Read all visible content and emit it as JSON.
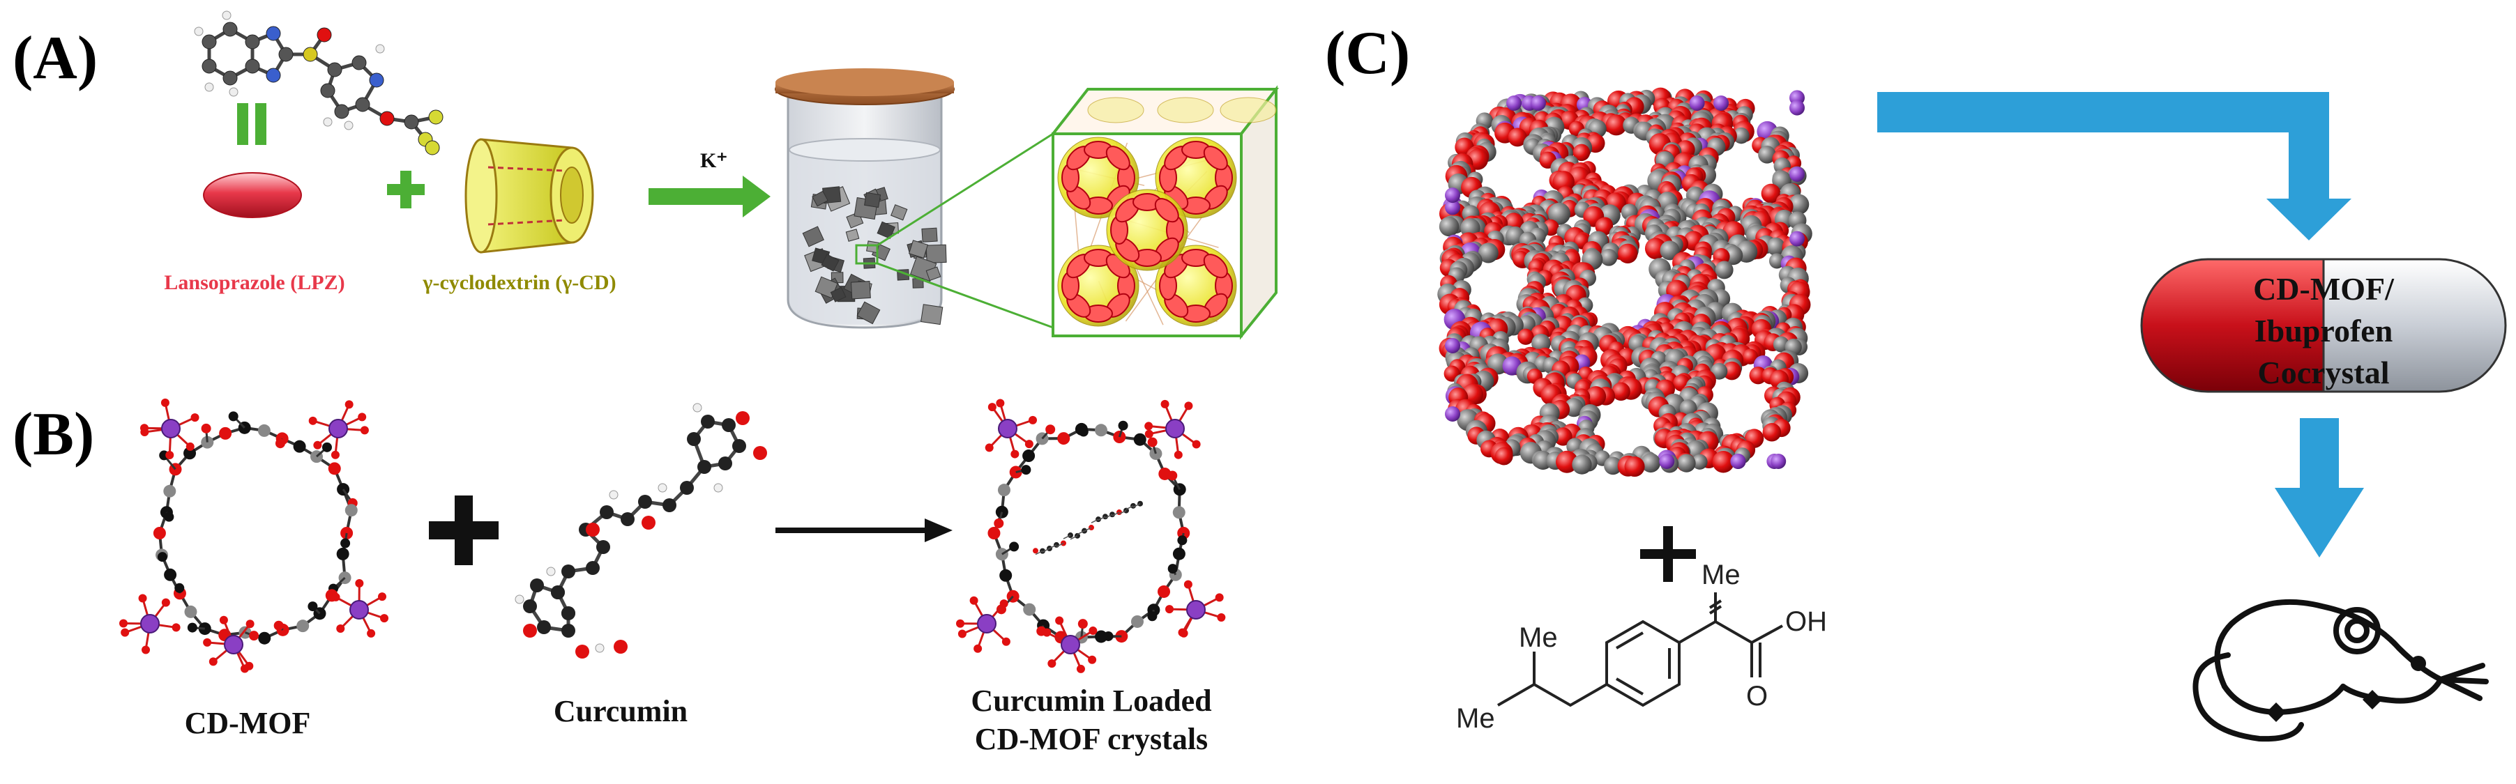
{
  "panels": {
    "a": {
      "label": "(A)",
      "lansoprazole_label": "Lansoprazole (LPZ)",
      "cyclodextrin_label": "γ-cyclodextrin (γ-CD)",
      "arrow_label": "K⁺"
    },
    "b": {
      "label": "(B)",
      "cdmof_label": "CD-MOF",
      "curcumin_label": "Curcumin",
      "loaded_line1": "Curcumin Loaded",
      "loaded_line2": "CD-MOF crystals"
    },
    "c": {
      "label": "(C)",
      "capsule_line1": "CD-MOF/",
      "capsule_line2": "Ibuprofen",
      "capsule_line3": "Cocrystal",
      "me_label_1": "Me",
      "me_label_2": "Me",
      "me_label_3": "Me",
      "oh_label": "OH",
      "o_label": "O"
    }
  },
  "colors": {
    "arrow_green": "#4caf35",
    "flow_blue": "#2d9fd8",
    "lpz_red": "#e8384a",
    "cd_yellow": "#d6d934",
    "oxygen_red": "#e01010",
    "carbon_grey": "#7a7a7a",
    "potassium_purple": "#8a3fc4",
    "lid_brown": "#b5703e",
    "capsule_red": "#c8101a",
    "capsule_grey": "#c9ced6"
  },
  "icons": [
    "plus-icon",
    "reaction-arrow-icon",
    "capsule-icon",
    "mouse-icon",
    "flow-arrow-icon"
  ]
}
